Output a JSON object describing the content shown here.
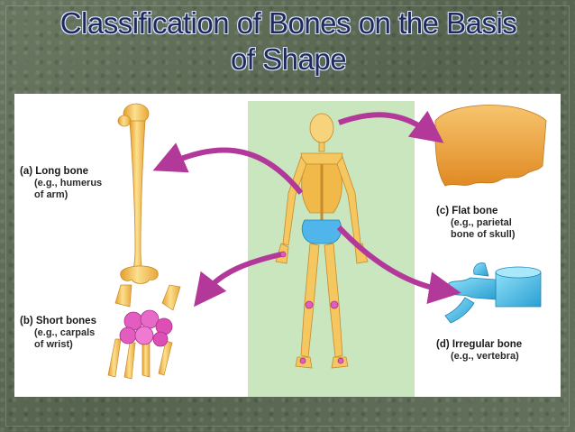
{
  "title": {
    "line1": "Classification of Bones on the Basis",
    "line2": "of Shape"
  },
  "labels": {
    "long": {
      "heading": "(a) Long bone",
      "line1": "(e.g., humerus",
      "line2": "of arm)"
    },
    "short": {
      "heading": "(b) Short bones",
      "line1": "(e.g., carpals",
      "line2": "of wrist)"
    },
    "flat": {
      "heading": "(c) Flat bone",
      "line1": "(e.g., parietal",
      "line2": "bone of skull)"
    },
    "irregular": {
      "heading": "(d) Irregular bone",
      "line1": "(e.g., vertebra)"
    }
  },
  "colors": {
    "title": "#1f2a5a",
    "skeleton_panel": "#c9e6bf",
    "bone": "#f7c35a",
    "arrow": "#b2399a",
    "carpal": "#e35cc0",
    "vertebra": "#46b9e6",
    "flat_bone": "#f4b04f"
  }
}
